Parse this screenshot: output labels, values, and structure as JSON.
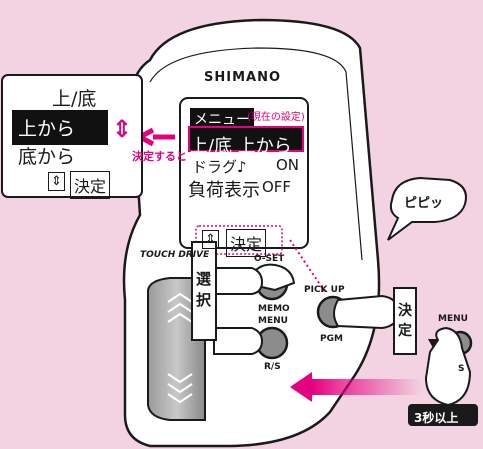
{
  "device": {
    "brand": "SHIMANO",
    "model_text": "TOUCH DRIVE"
  },
  "screen": {
    "menu_label": "メニュー",
    "current_setting_note": "(現在の設定)",
    "selected_item": "上/底 上から",
    "row2_left": "ドラグ♪",
    "row2_right": "ON",
    "row3_left": "負荷表示",
    "row3_right": "OFF",
    "ok_label": "決定"
  },
  "popup": {
    "title": "上/底",
    "option_top": "上から",
    "option_bottom": "底から",
    "ok_label": "決定",
    "arrow_note": "決定すると"
  },
  "buttons": {
    "oset_label": "O-SET",
    "memo_label": "MEMO",
    "menu_label": "MENU",
    "rs_label": "R/S",
    "pickup_label": "PICK UP",
    "pgm_label": "PGM",
    "side_menu_label": "MENU",
    "side_s_label": "S"
  },
  "callouts": {
    "select_text": "選択",
    "decide_text": "決定",
    "beep_text": "ピピッ",
    "hold_text": "3秒以上"
  },
  "colors": {
    "background": "#f3d3e1",
    "accent": "#e4007f",
    "device_body": "#ffffff",
    "device_outline": "#1a1a1a",
    "screen_highlight": "#111111"
  }
}
